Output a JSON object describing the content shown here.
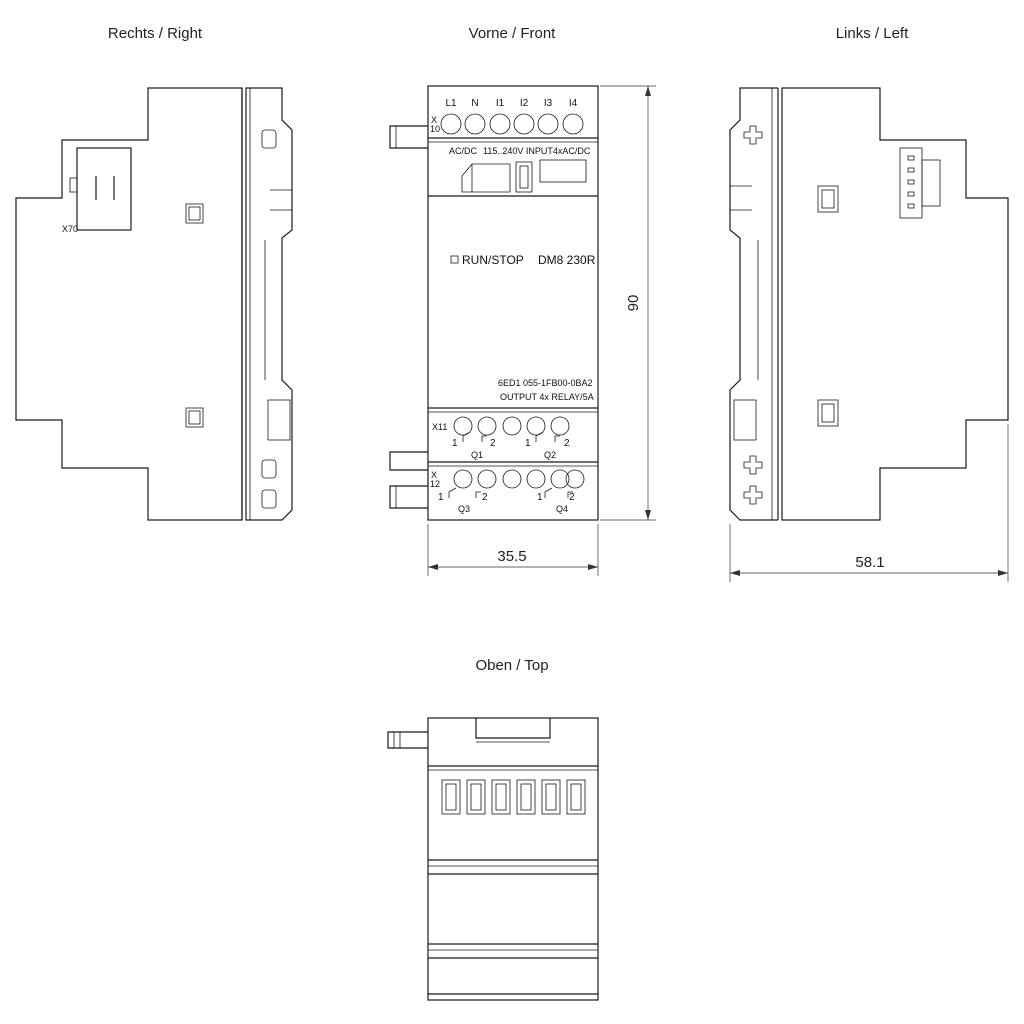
{
  "views": {
    "right": "Rechts / Right",
    "front": "Vorne / Front",
    "left": "Links / Left",
    "top": "Oben / Top"
  },
  "dimensions": {
    "height": "90",
    "front_width": "35.5",
    "side_depth": "58.1"
  },
  "right_view": {
    "connector_label": "X70"
  },
  "front_panel": {
    "terminal_block_top": "X\n10",
    "terminal_block_top_x": "X",
    "terminal_block_top_num": "10",
    "top_terminals": [
      "L1",
      "N",
      "I1",
      "I2",
      "I3",
      "I4"
    ],
    "supply_label": "AC/DC",
    "input_spec": "115..240V INPUT4xAC/DC",
    "run_stop": "RUN/STOP",
    "model": "DM8 230R",
    "order_number": "6ED1 055-1FB00-0BA2",
    "output_spec": "OUTPUT 4x RELAY/5A",
    "x11": "X11",
    "x12_x": "X",
    "x12_num": "12",
    "relay_pins": {
      "one": "1",
      "two": "2"
    },
    "relays": [
      "Q1",
      "Q2",
      "Q3",
      "Q4"
    ]
  },
  "colors": {
    "line": "#1a1a1a",
    "background": "#ffffff"
  }
}
